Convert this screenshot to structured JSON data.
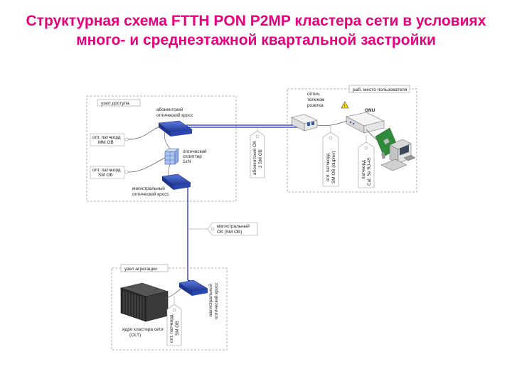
{
  "title": "Структурная схема FTTH PON P2MP кластера сети в условиях много- и среднеэтажной квартальной застройки",
  "access_node": {
    "header": "узел доступа",
    "subscriber_cross": [
      "абонентский",
      "оптический кросс"
    ],
    "patchcord_mm": [
      "опт. патчкорд",
      "ММ ОВ"
    ],
    "patchcord_sm": [
      "опт. патчкорд",
      "SM ОВ"
    ],
    "splitter": [
      "оптический",
      "сплиттер",
      "1xN"
    ],
    "trunk_cross": [
      "магистральный",
      "оптический кросс"
    ]
  },
  "subscriber_cable_tag": [
    "абонентский ОК",
    "2 SM ОВ"
  ],
  "trunk_cable_tag": [
    "магистральный",
    "ОК (SM ОВ)"
  ],
  "user_workplace": {
    "header": "раб. место пользователя",
    "outlet": [
      "оптич.",
      "телеком",
      "розетка"
    ],
    "onu_label": "ONU",
    "patchcord_duplex_tag": [
      "опт. патчкорд",
      "SM ОВ (duplex)"
    ],
    "patchcord_cat5e_tag": [
      "патчкорд",
      "Cat. 5e RJ-45"
    ]
  },
  "aggregation_node": {
    "header": "узел агрегации",
    "core": [
      "ядро кластера сети",
      "(OLT)"
    ],
    "patchcord_tag": [
      "опт. патчкорд",
      "SM ОВ"
    ],
    "trunk_cross": [
      "магистральный",
      "оптический кросс"
    ]
  },
  "colors": {
    "title": "#e6007e",
    "fiber": "#1f2fb8",
    "box_border": "#9a9a9a",
    "equipment": "#2f4fbf"
  }
}
